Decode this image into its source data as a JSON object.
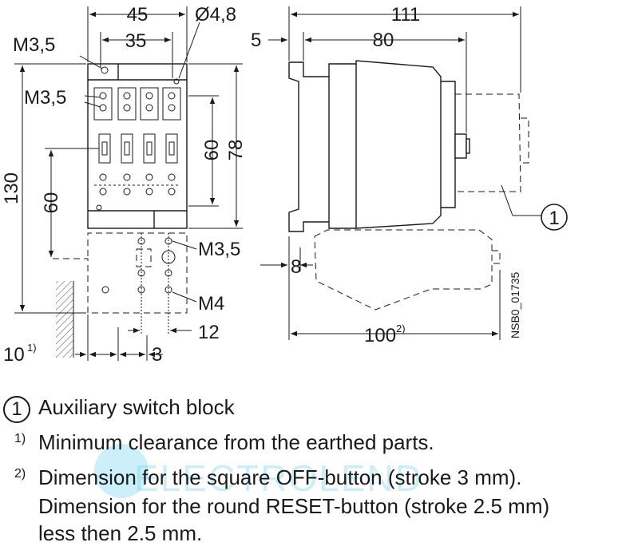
{
  "drawing": {
    "front_view": {
      "dim_45": "45",
      "dim_35": "35",
      "dim_hole": "Ø4,8",
      "dim_60_inner": "60",
      "dim_78": "78",
      "dim_130": "130",
      "dim_60_outer": "60",
      "label_m35_top": "M3,5",
      "label_m35_mid": "M3,5",
      "label_m35_lower": "M3,5",
      "label_m4": "M4",
      "dim_12": "12",
      "dim_3": "3",
      "dim_10": "10",
      "dim_10_note": "1)"
    },
    "side_view": {
      "dim_111": "111",
      "dim_80": "80",
      "dim_5": "5",
      "dim_8": "8",
      "dim_100": "100",
      "dim_100_note": "2)",
      "callout": "1"
    },
    "reference_code": "NSB0_01735"
  },
  "legend": {
    "item1_num": "1",
    "item1_text": "Auxiliary switch block",
    "note1_mark": "1)",
    "note1_text": "Minimum clearance from the earthed parts.",
    "note2_mark": "2)",
    "note2_line1": "Dimension for the square OFF-button (stroke 3 mm).",
    "note2_line2": "Dimension for the round RESET-button (stroke 2.5 mm)",
    "note2_line3": "less then 2.5 mm."
  },
  "watermark": "ELECTROLEND"
}
